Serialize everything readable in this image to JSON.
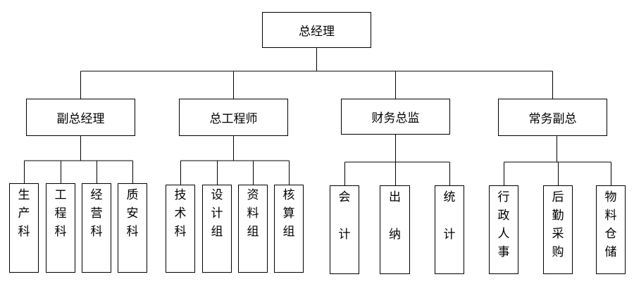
{
  "root": {
    "name": "总经理"
  },
  "branches": [
    {
      "name": "副总经理",
      "leaves": [
        {
          "chars": [
            "生",
            "产",
            "科"
          ]
        },
        {
          "chars": [
            "工",
            "程",
            "科"
          ]
        },
        {
          "chars": [
            "经",
            "营",
            "科"
          ]
        },
        {
          "chars": [
            "质",
            "安",
            "科"
          ]
        }
      ]
    },
    {
      "name": "总工程师",
      "leaves": [
        {
          "chars": [
            "技",
            "术",
            "科"
          ]
        },
        {
          "chars": [
            "设",
            "计",
            "组"
          ]
        },
        {
          "chars": [
            "资",
            "料",
            "组"
          ]
        },
        {
          "chars": [
            "核",
            "算",
            "组"
          ]
        }
      ]
    },
    {
      "name": "财务总监",
      "leaves": [
        {
          "chars": [
            "会",
            "计"
          ]
        },
        {
          "chars": [
            "出",
            "纳"
          ]
        },
        {
          "chars": [
            "统",
            "计"
          ]
        }
      ]
    },
    {
      "name": "常务副总",
      "leaves": [
        {
          "chars": [
            "行",
            "政",
            "人",
            "事"
          ]
        },
        {
          "chars": [
            "后",
            "勤",
            "采",
            "购"
          ]
        },
        {
          "chars": [
            "物",
            "料",
            "仓",
            "储"
          ]
        }
      ]
    }
  ]
}
